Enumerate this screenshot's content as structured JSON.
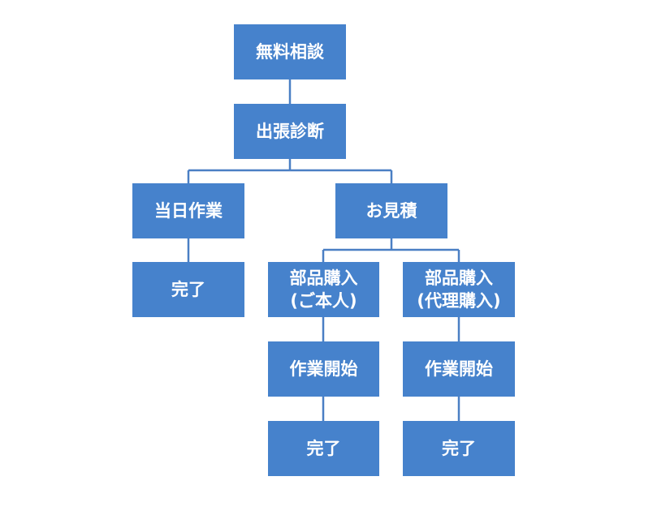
{
  "colors": {
    "node_fill": "#4682cc",
    "connector": "#4a7fc4",
    "text": "#ffffff"
  },
  "nodes": {
    "consult": "無料相談",
    "diagnosis": "出張診断",
    "same_day": "当日作業",
    "same_day_done": "完了",
    "estimate": "お見積",
    "parts_self_line1": "部品購入",
    "parts_self_line2": "(ご本人)",
    "parts_proxy_line1": "部品購入",
    "parts_proxy_line2": "(代理購入)",
    "work_start_self": "作業開始",
    "work_start_proxy": "作業開始",
    "done_self": "完了",
    "done_proxy": "完了"
  }
}
